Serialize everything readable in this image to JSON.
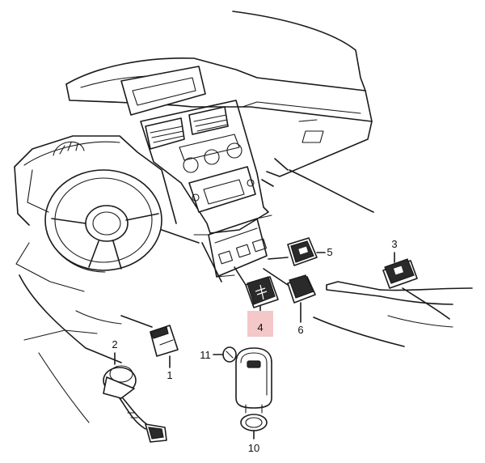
{
  "parts": [
    {
      "id": "part-1",
      "label": "1"
    },
    {
      "id": "part-2",
      "label": "2"
    },
    {
      "id": "part-3",
      "label": "3"
    },
    {
      "id": "part-4",
      "label": "4",
      "highlighted": true
    },
    {
      "id": "part-5",
      "label": "5"
    },
    {
      "id": "part-6",
      "label": "6"
    },
    {
      "id": "part-10",
      "label": "10"
    },
    {
      "id": "part-11",
      "label": "11"
    }
  ],
  "colors": {
    "line": "#1a1a1a",
    "highlight": "#f4c7c9",
    "background": "#ffffff"
  }
}
